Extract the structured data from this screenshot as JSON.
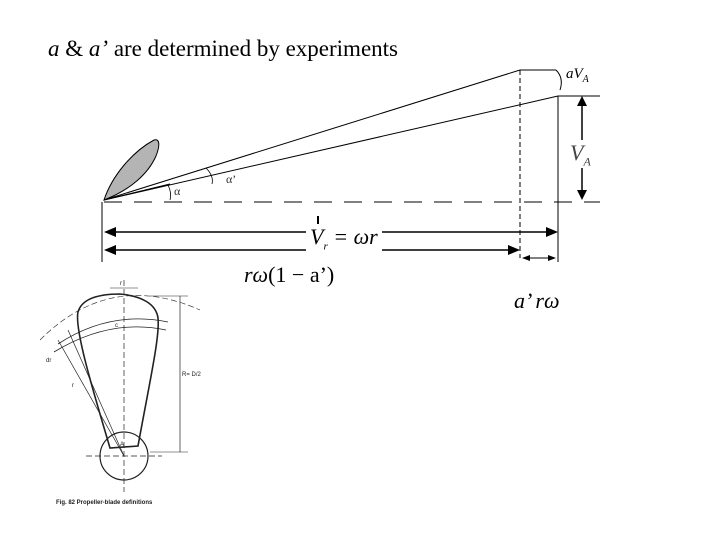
{
  "title": {
    "part1": "a",
    "part2": " & ",
    "part3": "a’",
    "part4": " are determined by experiments"
  },
  "diagram": {
    "label_aVA": "aV",
    "label_aVA_sub": "A",
    "label_VA": "V",
    "label_VA_sub": "A",
    "label_alpha": "α",
    "label_alpha_prime": "α’",
    "label_Vr_lhs": "V",
    "label_Vr_sub": "r",
    "label_Vr_rhs": "= ωr",
    "label_rw_pre": "rω",
    "label_rw_paren": "(1 − a’)",
    "label_arw": "a’ rω"
  },
  "figure": {
    "caption": "Fig. 82   Propeller-blade definitions",
    "label_r_top": "r",
    "label_c": "c",
    "label_dr": "dr",
    "label_r_side": "r",
    "label_R": "R= D/2",
    "label_center": "A"
  }
}
